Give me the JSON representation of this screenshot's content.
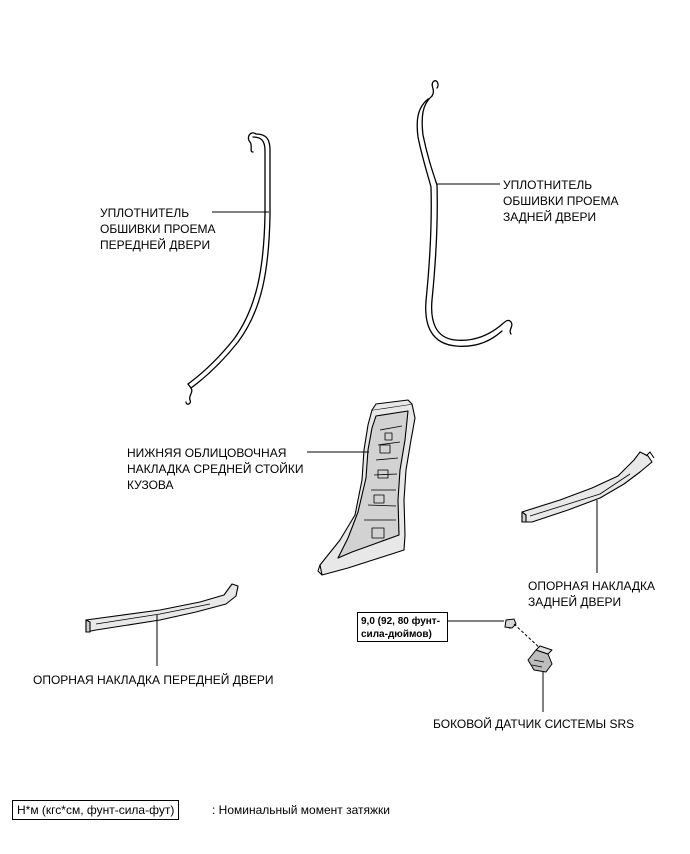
{
  "labels": {
    "front_door_weatherstrip": [
      "УПЛОТНИТЕЛЬ",
      "ОБШИВКИ ПРОЕМА",
      "ПЕРЕДНЕЙ ДВЕРИ"
    ],
    "rear_door_weatherstrip": [
      "УПЛОТНИТЕЛЬ",
      "ОБШИВКИ ПРОЕМА",
      "ЗАДНЕЙ ДВЕРИ"
    ],
    "center_pillar_lower_garnish": [
      "НИЖНЯЯ ОБЛИЦОВОЧНАЯ",
      "НАКЛАДКА СРЕДНЕЙ СТОЙКИ",
      "КУЗОВА"
    ],
    "rear_door_scuff_plate": [
      "ОПОРНАЯ НАКЛАДКА",
      "ЗАДНЕЙ ДВЕРИ"
    ],
    "front_door_scuff_plate": "ОПОРНАЯ НАКЛАДКА ПЕРЕДНЕЙ ДВЕРИ",
    "srs_side_sensor": "БОКОВОЙ ДАТЧИК СИСТЕМЫ SRS"
  },
  "torque": {
    "line1": "9,0 (92, 80 фунт-",
    "line2": "сила-дюймов)"
  },
  "legend": {
    "box": "Н*м (кгс*см, фунт-сила-фут)",
    "description": ": Номинальный момент затяжки"
  }
}
